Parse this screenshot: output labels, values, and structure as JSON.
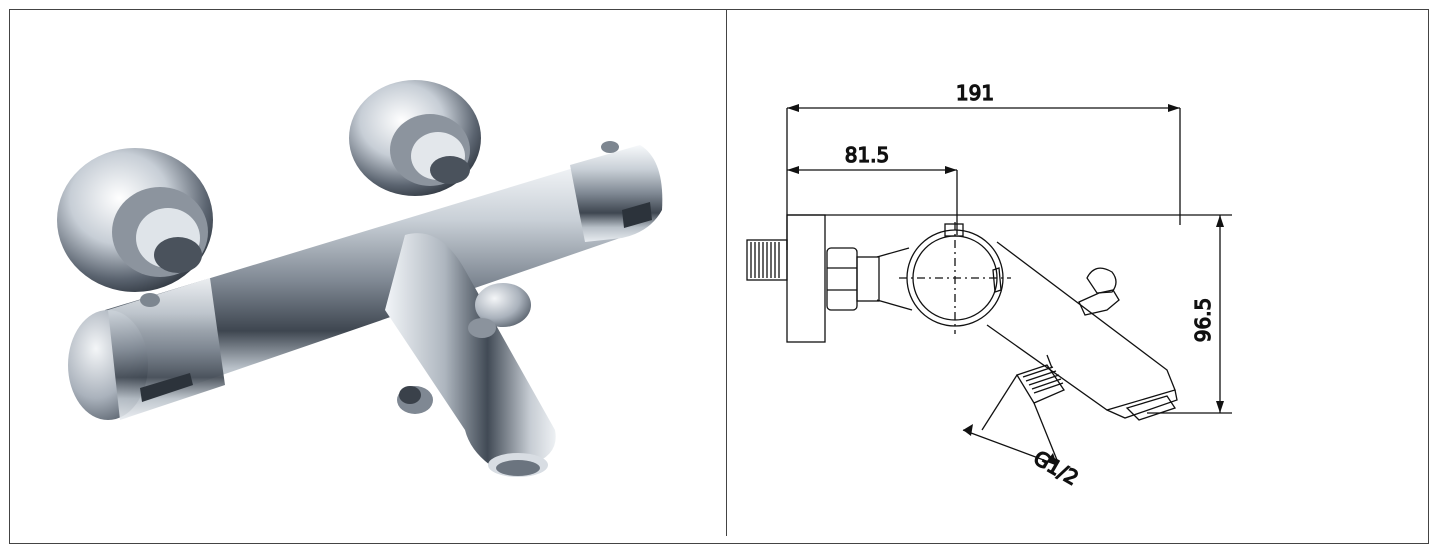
{
  "photo": {
    "subject": "thermostatic-bath-shower-mixer",
    "colors": {
      "chrome_light": "#f4f6f8",
      "chrome_mid": "#aeb6bf",
      "chrome_dark": "#3e4650"
    }
  },
  "drawing": {
    "dimensions": {
      "overall_width": "191",
      "outlet_offset": "81.5",
      "height": "96.5",
      "thread": "G1/2"
    },
    "colors": {
      "line": "#111111"
    }
  }
}
